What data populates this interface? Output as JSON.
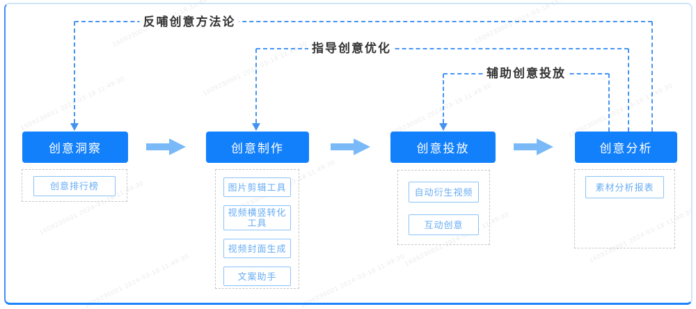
{
  "diagram_title": "",
  "watermark": {
    "text": "1609230001 2024-03-18 11:49:30"
  },
  "links": [
    {
      "id": "feed-back-methodology",
      "label": "反哺创意方法论",
      "from": "创意分析",
      "to": "创意洞察"
    },
    {
      "id": "guide-optimization",
      "label": "指导创意优化",
      "from": "创意分析",
      "to": "创意制作"
    },
    {
      "id": "assist-delivery",
      "label": "辅助创意投放",
      "from": "创意分析",
      "to": "创意投放"
    }
  ],
  "stages": [
    {
      "id": "insight",
      "title": "创意洞察",
      "tools": [
        "创意排行榜"
      ]
    },
    {
      "id": "production",
      "title": "创意制作",
      "tools": [
        "图片剪辑工具",
        "视频横竖转化工具",
        "视频封面生成",
        "文案助手"
      ]
    },
    {
      "id": "delivery",
      "title": "创意投放",
      "tools": [
        "自动衍生视频",
        "互动创意"
      ]
    },
    {
      "id": "analysis",
      "title": "创意分析",
      "tools": [
        "素材分析报表"
      ]
    }
  ],
  "colors": {
    "stage_box": "#1380fb",
    "flow_arrow": "#79b9f7",
    "dashed_link": "#4493f2",
    "tool_border": "#8ac2f8",
    "tool_text": "#66acf4",
    "container_border": "#c6c6c6",
    "link_label_text": "#333333",
    "frame_bottom": "#1b82fa"
  }
}
